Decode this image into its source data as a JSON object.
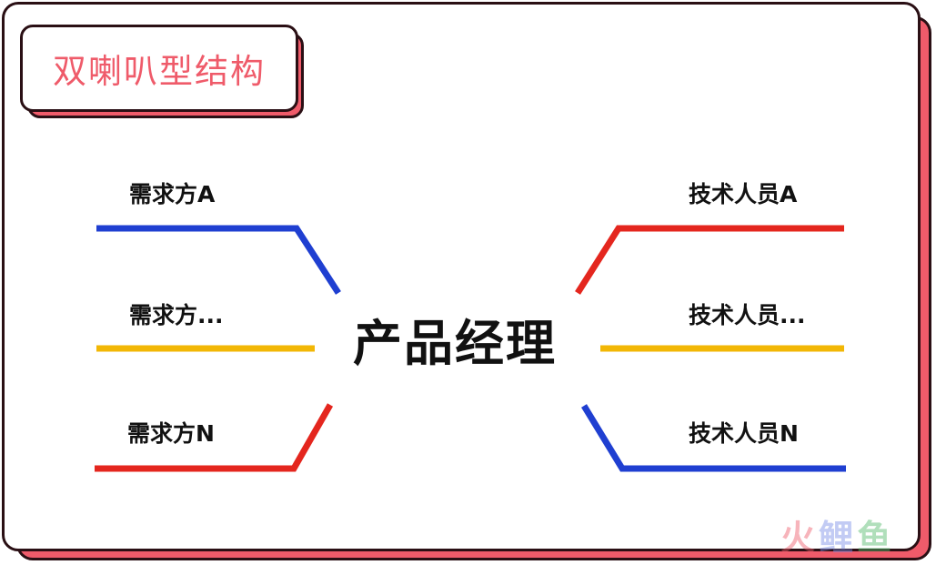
{
  "title": "双喇叭型结构",
  "center": "产品经理",
  "left_nodes": [
    {
      "label": "需求方A",
      "color": "#1f3fd1"
    },
    {
      "label": "需求方...",
      "color": "#f2b705"
    },
    {
      "label": "需求方N",
      "color": "#e4261e"
    }
  ],
  "right_nodes": [
    {
      "label": "技术人员A",
      "color": "#e4261e"
    },
    {
      "label": "技术人员...",
      "color": "#f2b705"
    },
    {
      "label": "技术人员N",
      "color": "#1f3fd1"
    }
  ],
  "watermark": [
    "火",
    "鲤",
    "鱼"
  ],
  "colors": {
    "accent_pink": "#ef5b6a",
    "border_dark": "#2a0f14",
    "blue": "#1f3fd1",
    "yellow": "#f2b705",
    "red": "#e4261e"
  }
}
